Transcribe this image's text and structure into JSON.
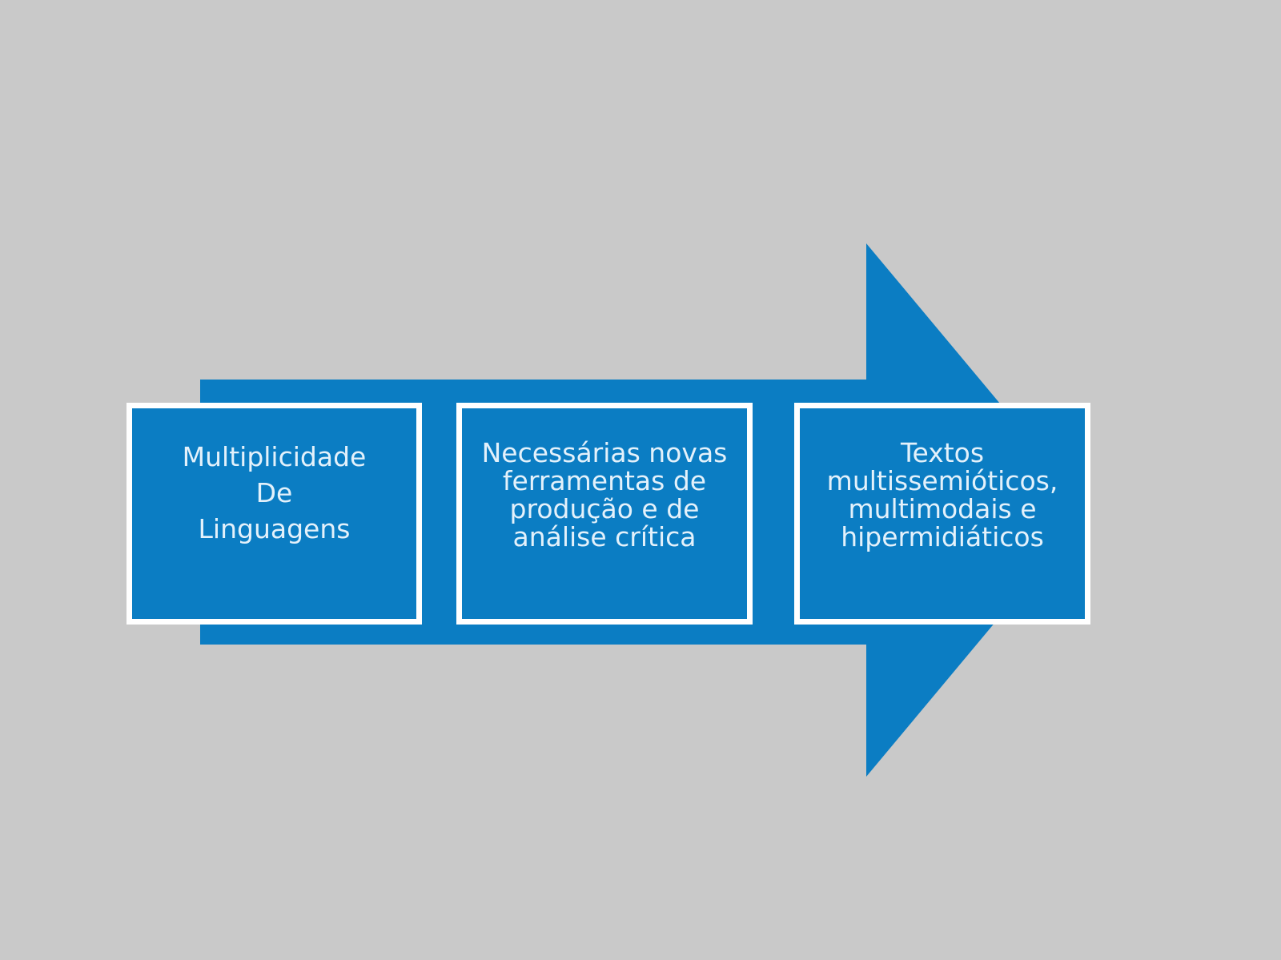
{
  "colors": {
    "background": "#c9c9c9",
    "arrow": "#0b7dc3",
    "box_fill": "#0b7dc3",
    "box_border": "#ffffff",
    "text": "#e3f1fb"
  },
  "steps": [
    {
      "lines": [
        "Multiplicidade",
        "De",
        "Linguagens"
      ]
    },
    {
      "lines": [
        "Necessárias novas",
        "ferramentas de",
        "produção e de",
        "análise crítica"
      ]
    },
    {
      "lines": [
        "Textos",
        "multissemióticos,",
        "multimodais e",
        "hipermidiáticos"
      ]
    }
  ]
}
